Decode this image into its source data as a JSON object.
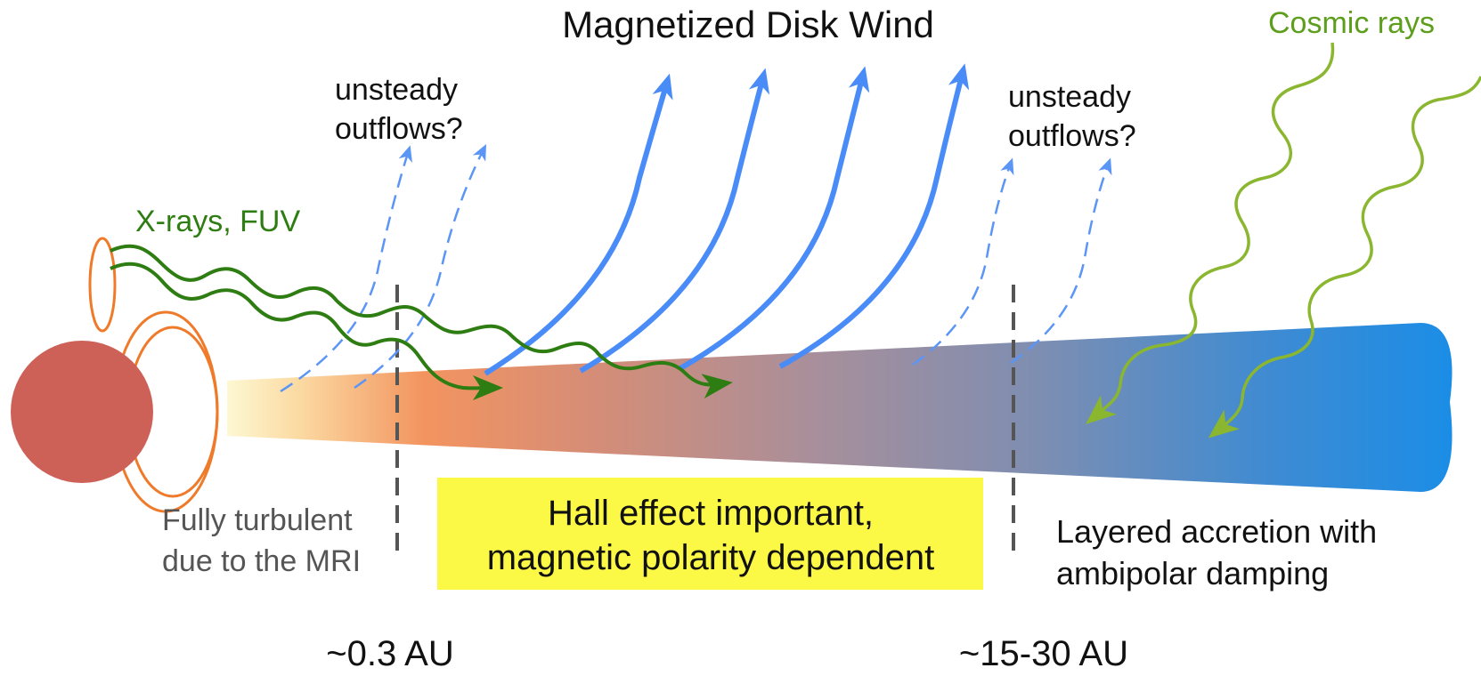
{
  "title": "Magnetized Disk Wind",
  "labels": {
    "unsteady_left_1": "unsteady",
    "unsteady_left_2": "outflows?",
    "unsteady_right_1": "unsteady",
    "unsteady_right_2": "outflows?",
    "xrays": "X-rays, FUV",
    "cosmic": "Cosmic rays",
    "turbulent_1": "Fully turbulent",
    "turbulent_2": "due to the MRI",
    "hall_1": "Hall effect important,",
    "hall_2": "magnetic polarity dependent",
    "layered_1": "Layered accretion with",
    "layered_2": "ambipolar damping",
    "radius_inner": "~0.3 AU",
    "radius_outer": "~15-30 AU"
  },
  "colors": {
    "star": "#cd6158",
    "star_loops": "#ef7a2a",
    "wind": "#4a8cf7",
    "outflow_dashed": "#5b95f5",
    "xray": "#2e7d12",
    "cosmic": "#8ab630",
    "hall_box": "#fbf846",
    "disk_inner": "#fdf3b8",
    "disk_mid": "#f0936a",
    "disk_outer": "#1f8ee4",
    "boundary": "#555555"
  }
}
